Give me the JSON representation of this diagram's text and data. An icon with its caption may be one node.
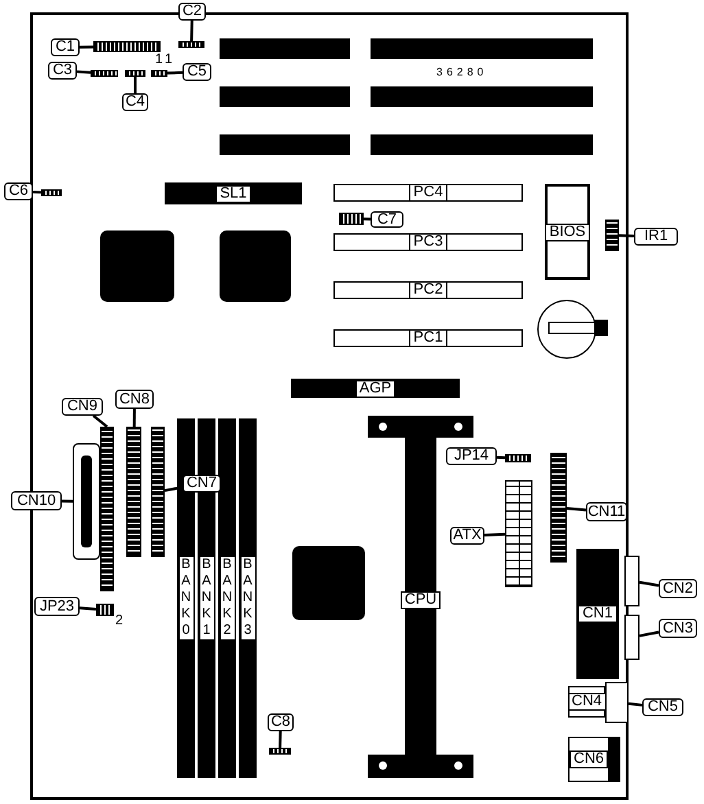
{
  "diagram": {
    "nodes": [
      {
        "text": [
          "C2"
        ]
      },
      {
        "text": [],
        "shape": "box"
      },
      {
        "text": [
          "C1"
        ]
      },
      {
        "text": [],
        "shape": "box"
      },
      {
        "text": [
          "C3"
        ]
      },
      {
        "text": [],
        "shape": "box"
      },
      {
        "text": [],
        "shape": "box"
      },
      {
        "text": [],
        "shape": "box"
      },
      {
        "text": [
          "C5"
        ]
      },
      {
        "text": [
          "C4"
        ]
      },
      {
        "text": [
          "C6"
        ]
      },
      {
        "text": [],
        "shape": "box"
      },
      {
        "text": [
          "SL1"
        ]
      },
      {
        "text": [
          "PC4"
        ]
      },
      {
        "text": [
          "BIOS"
        ]
      },
      {
        "text": [],
        "shape": "box"
      },
      {
        "text": [
          "C7"
        ]
      },
      {
        "text": [],
        "shape": "box"
      },
      {
        "text": [
          "IR1"
        ]
      },
      {
        "text": [
          "PC3"
        ]
      },
      {
        "text": [
          "PC2"
        ]
      },
      {
        "text": [
          "PC1"
        ]
      },
      {
        "text": [
          "AGP"
        ]
      },
      {
        "text": [
          "CN8"
        ]
      },
      {
        "text": [
          "CN9"
        ]
      },
      {
        "text": [],
        "shape": "box"
      },
      {
        "text": [],
        "shape": "box"
      },
      {
        "text": [],
        "shape": "box"
      },
      {
        "text": [
          "CN7"
        ]
      },
      {
        "text": [
          "CN10"
        ]
      },
      {
        "text": [],
        "shape": "box"
      },
      {
        "text": [
          "BANK0"
        ]
      },
      {
        "text": [
          "BANK1"
        ]
      },
      {
        "text": [
          "BANK2"
        ]
      },
      {
        "text": [
          "BANK3"
        ]
      },
      {
        "text": [
          "CPU"
        ]
      },
      {
        "text": [
          "JP14"
        ]
      },
      {
        "text": [],
        "shape": "box"
      },
      {
        "text": [
          "ATX"
        ]
      },
      {
        "text": [],
        "shape": "box"
      },
      {
        "text": [],
        "shape": "box"
      },
      {
        "text": [
          "CN11"
        ]
      },
      {
        "text": [
          "CN1"
        ]
      },
      {
        "text": [],
        "shape": "box"
      },
      {
        "text": [
          "CN2"
        ]
      },
      {
        "text": [],
        "shape": "box"
      },
      {
        "text": [
          "CN3"
        ]
      },
      {
        "text": [
          "JP23"
        ]
      },
      {
        "text": [],
        "shape": "box"
      },
      {
        "text": [
          "CN4"
        ]
      },
      {
        "text": [],
        "shape": "box"
      },
      {
        "text": [
          "CN5"
        ]
      },
      {
        "text": [
          "CN6"
        ]
      },
      {
        "text": [
          "C8"
        ]
      },
      {
        "text": [],
        "shape": "box"
      }
    ],
    "edges": [
      {
        "from": 0,
        "to": 1,
        "arrow": "none"
      },
      {
        "from": 2,
        "to": 3,
        "arrow": "none"
      },
      {
        "from": 4,
        "to": 5,
        "arrow": "none"
      },
      {
        "from": 9,
        "to": 6,
        "arrow": "none"
      },
      {
        "from": 8,
        "to": 7,
        "arrow": "none"
      },
      {
        "from": 10,
        "to": 11,
        "arrow": "none"
      },
      {
        "from": 16,
        "to": 15,
        "arrow": "none"
      },
      {
        "from": 18,
        "to": 17,
        "arrow": "none"
      },
      {
        "from": 24,
        "to": 25,
        "arrow": "none"
      },
      {
        "from": 23,
        "to": 26,
        "arrow": "none"
      },
      {
        "from": 28,
        "to": 27,
        "arrow": "none"
      },
      {
        "from": 29,
        "to": 30,
        "arrow": "none"
      },
      {
        "from": 36,
        "to": 37,
        "arrow": "none"
      },
      {
        "from": 38,
        "to": 39,
        "arrow": "none"
      },
      {
        "from": 41,
        "to": 40,
        "arrow": "none"
      },
      {
        "from": 44,
        "to": 43,
        "arrow": "none"
      },
      {
        "from": 46,
        "to": 45,
        "arrow": "none"
      },
      {
        "from": 47,
        "to": 48,
        "arrow": "none"
      },
      {
        "from": 51,
        "to": 50,
        "arrow": "none"
      },
      {
        "from": 53,
        "to": 54,
        "arrow": "none"
      }
    ],
    "labels": [
      "1",
      "1",
      "36280",
      "2"
    ]
  }
}
